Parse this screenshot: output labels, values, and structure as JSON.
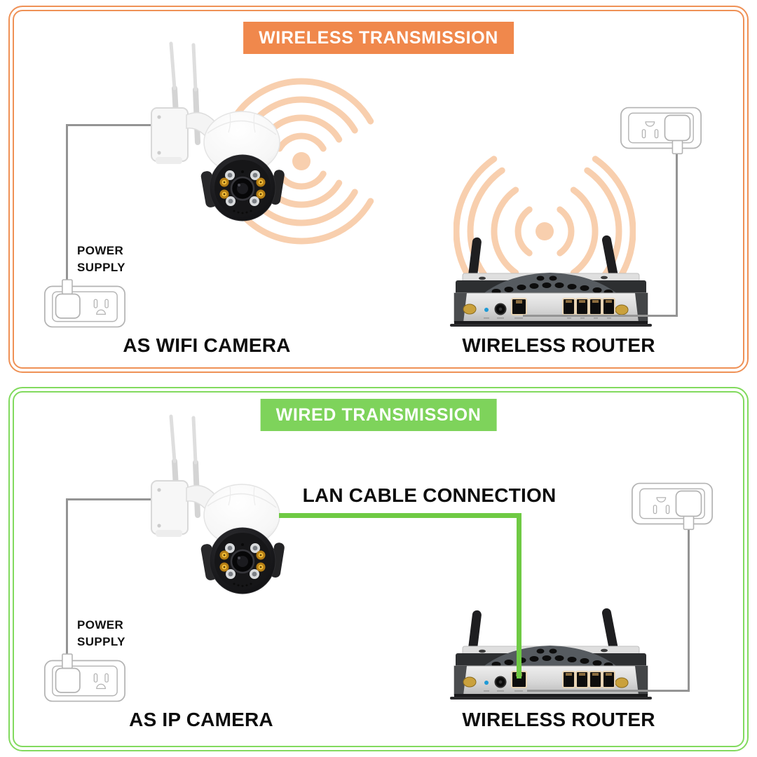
{
  "panels": [
    {
      "title": "WIRELESS TRANSMISSION",
      "theme_color": "#f0884c",
      "border_color": "#ef9156",
      "wave_color": "#f8cfae",
      "power_supply": {
        "line1": "POWER",
        "line2": "SUPPLY"
      },
      "camera_label": "AS WIFI CAMERA",
      "router_label": "WIRELESS ROUTER"
    },
    {
      "title": "WIRED TRANSMISSION",
      "theme_color": "#7ed35b",
      "border_color": "#82da5e",
      "cable_color": "#6fca44",
      "cable_label": "LAN CABLE CONNECTION",
      "power_supply": {
        "line1": "POWER",
        "line2": "SUPPLY"
      },
      "camera_label": "AS IP CAMERA",
      "router_label": "WIRELESS ROUTER"
    }
  ]
}
